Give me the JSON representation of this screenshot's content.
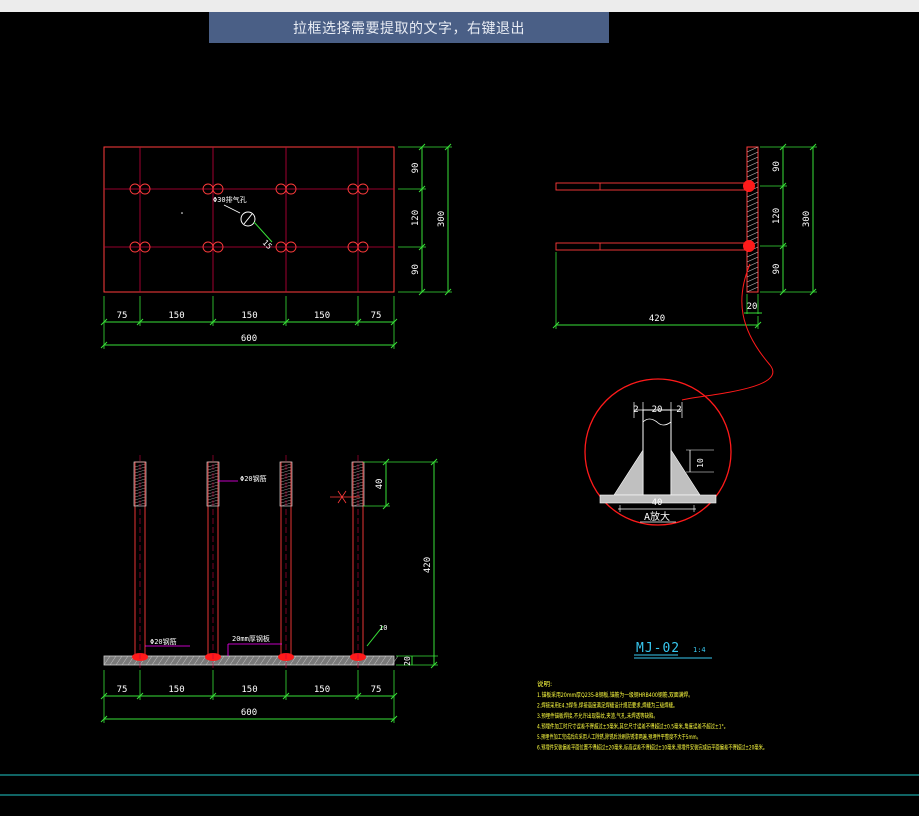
{
  "prompt": {
    "text": "拉框选择需要提取的文字，右键退出"
  },
  "colors": {
    "background": "#000000",
    "outline": "#ff3b3b",
    "centerline": "#c8003c",
    "dimension": "#38e038",
    "label_text": "#ffffff",
    "weld": "#ff1a1a",
    "title": "#38c8f0",
    "leader": "#ff00ff",
    "note_text": "#ffff40",
    "command_line": "#20c8c8"
  },
  "plan_view": {
    "dims_bottom": [
      "75",
      "150",
      "150",
      "150",
      "75"
    ],
    "total_width": "600",
    "dims_right": [
      "90",
      "120",
      "90"
    ],
    "total_height": "300",
    "hole_label": "Φ30排气孔",
    "weld_symbol": "15"
  },
  "section_view": {
    "dim_20": "20",
    "dims_right": [
      "90",
      "120",
      "90"
    ],
    "total_height": "300",
    "length": "420"
  },
  "detail_a": {
    "dim_left": "2",
    "dim_mid": "20",
    "dim_right": "2",
    "dim_height": "10",
    "dim_width": "40",
    "label": "A放大"
  },
  "elevation_view": {
    "bar_label": "Φ20钢筋",
    "bar_label_2": "Φ20钢筋",
    "plate_label": "20mm厚钢板",
    "dim_top": "40",
    "total_height": "420",
    "dim_plate": "20",
    "weld_symbol": "10",
    "dims_bottom": [
      "75",
      "150",
      "150",
      "150",
      "75"
    ],
    "total_width": "600"
  },
  "title_block": {
    "name": "MJ-02",
    "scale": "1:4"
  },
  "notes": {
    "heading": "说明:",
    "items": [
      "1.锚板采用20mm厚Q235-B钢板,锚筋为一级钢HRB400钢筋,双面满焊。",
      "2.焊接采用E4.3焊条,焊接高度满足焊缝设计规范要求,焊缝为三级焊缝。",
      "3.预埋件锚板焊接,不允许出现裂纹,夹渣,气孔,未焊透等缺陷。",
      "4.预埋件加工时尺寸误差不得超过±3毫米,其它尺寸误差不得超过±0.5毫米,角度误差不超过±1°。",
      "5.预埋件加工完成后应采用人工除锈,除锈后涂刷防锈漆两遍,预埋件平整度不大于5mm。",
      "6.预埋件安装偏差平面位置不得超过±20毫米,标高误差不得超过±10毫米,预埋件安装完成后平面偏差不得超过±20毫米。"
    ]
  }
}
